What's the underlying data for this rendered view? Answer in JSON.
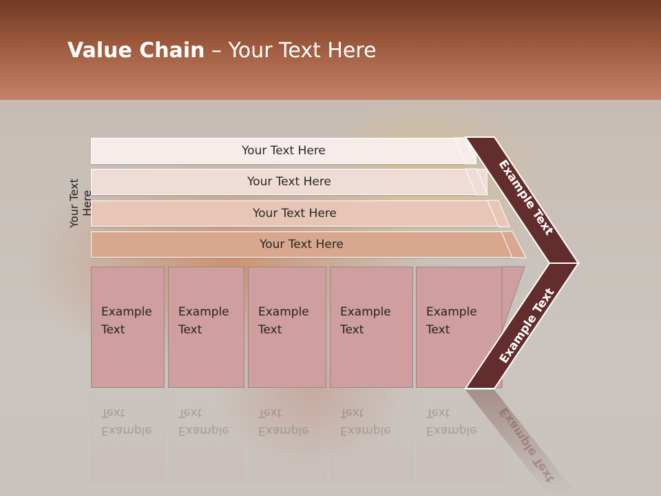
{
  "title": {
    "bold": "Value Chain",
    "rest": " – Your Text Here"
  },
  "side_label": "Your Text Here",
  "rows": [
    {
      "label": "Your Text Here",
      "color": "#f6ecea"
    },
    {
      "label": "Your Text Here",
      "color": "#efdcd6"
    },
    {
      "label": "Your Text Here",
      "color": "#e7c6b7"
    },
    {
      "label": "Your Text Here",
      "color": "#d8a78e"
    }
  ],
  "boxes": [
    {
      "line1": "Example",
      "line2": "Text"
    },
    {
      "line1": "Example",
      "line2": "Text"
    },
    {
      "line1": "Example",
      "line2": "Text"
    },
    {
      "line1": "Example",
      "line2": "Text"
    },
    {
      "line1": "Example",
      "line2": "Text"
    }
  ],
  "chevrons": {
    "top_label": "Example Text",
    "bottom_label": "Example Text",
    "color": "#622d2c"
  }
}
